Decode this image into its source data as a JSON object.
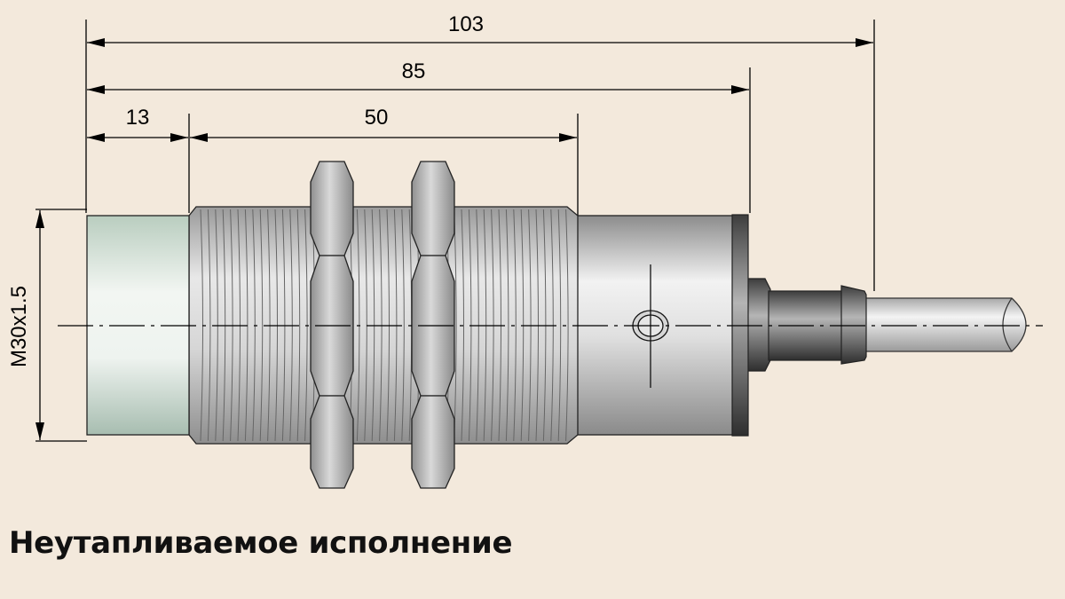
{
  "dimensions": {
    "overall": "103",
    "to_housing_end": "85",
    "sensing_face": "13",
    "thread_length": "50",
    "thread_size": "M30x1.5"
  },
  "caption": "Неутапливаемое исполнение",
  "colors": {
    "background": "#f3e9dc",
    "sensing_face": "#e8efe9",
    "metal": "#d4d4d4",
    "cable": "#8a8a8a"
  }
}
